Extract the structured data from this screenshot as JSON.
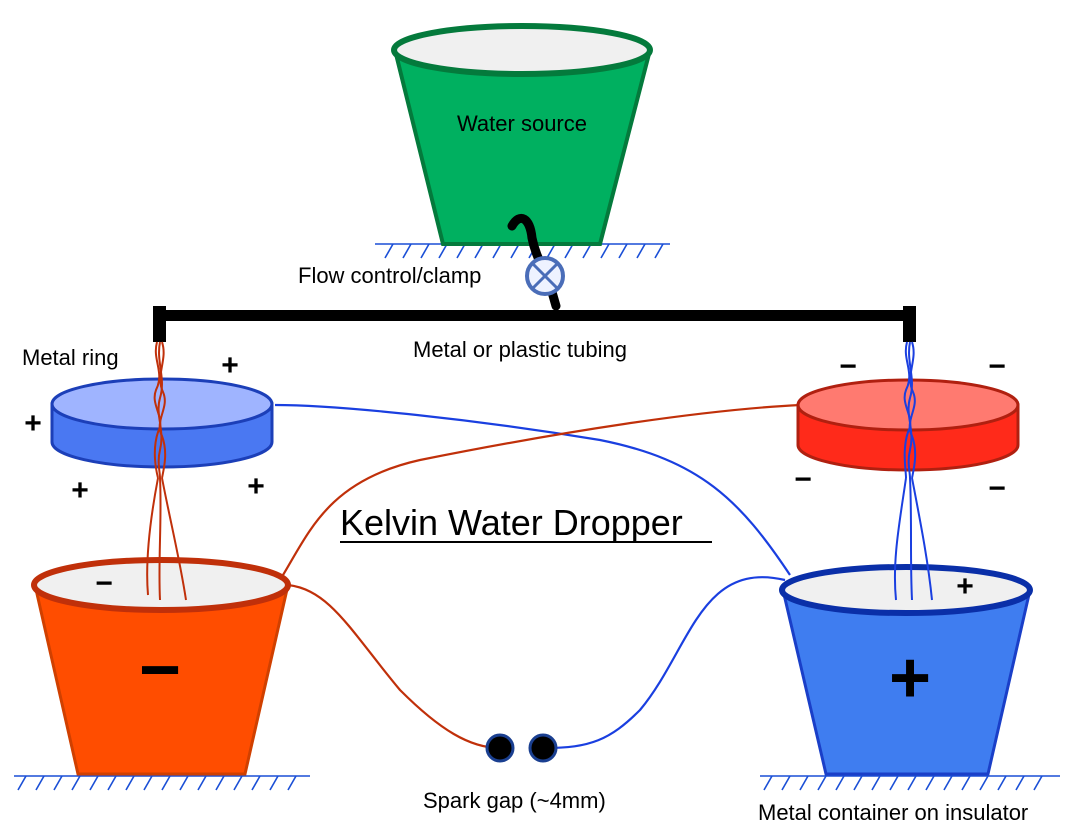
{
  "title": "Kelvin Water Dropper",
  "labels": {
    "water_source": "Water source",
    "flow_control": "Flow control/clamp",
    "tubing": "Metal or plastic tubing",
    "metal_ring": "Metal ring",
    "spark_gap": "Spark gap (~4mm)",
    "metal_container": "Metal container on insulator"
  },
  "signs": {
    "plus": "+",
    "minus": "−"
  },
  "colors": {
    "water_source": "#00b060",
    "left_bucket": "#ff4d00",
    "right_bucket": "#3f7df0",
    "left_ring": "#5b88f5",
    "right_ring": "#ff2a1a",
    "red_wire": "#c0300a",
    "blue_wire": "#1a3fe0"
  }
}
